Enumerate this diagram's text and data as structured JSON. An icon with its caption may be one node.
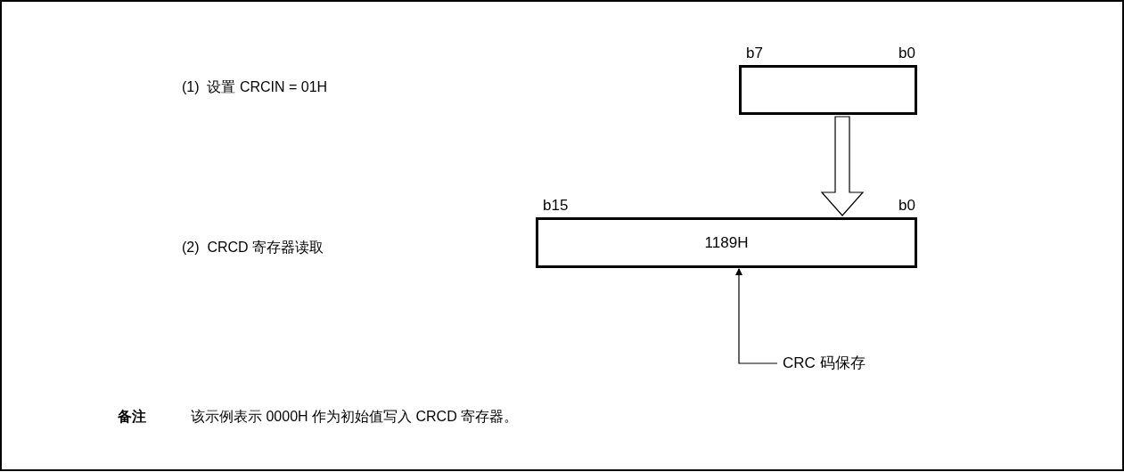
{
  "diagram": {
    "nodes": [
      {
        "text": [],
        "shape": "box",
        "beside": [
          "b7",
          "b0"
        ]
      },
      {
        "text": [
          "1189H"
        ],
        "beside": [
          "b15",
          "b0"
        ]
      },
      {
        "text": [
          "CRC 码保存"
        ]
      }
    ],
    "edges": [
      {
        "from": 0,
        "to": 1,
        "arrow": "to",
        "style": "thick"
      },
      {
        "from": 2,
        "to": 1,
        "arrow": "to"
      }
    ],
    "labels": [
      "(1)  设置 CRCIN = 01H",
      "(2)  CRCD 寄存器读取",
      "备注",
      "该示例表示 0000H 作为初始值写入 CRCD 寄存器。"
    ]
  }
}
